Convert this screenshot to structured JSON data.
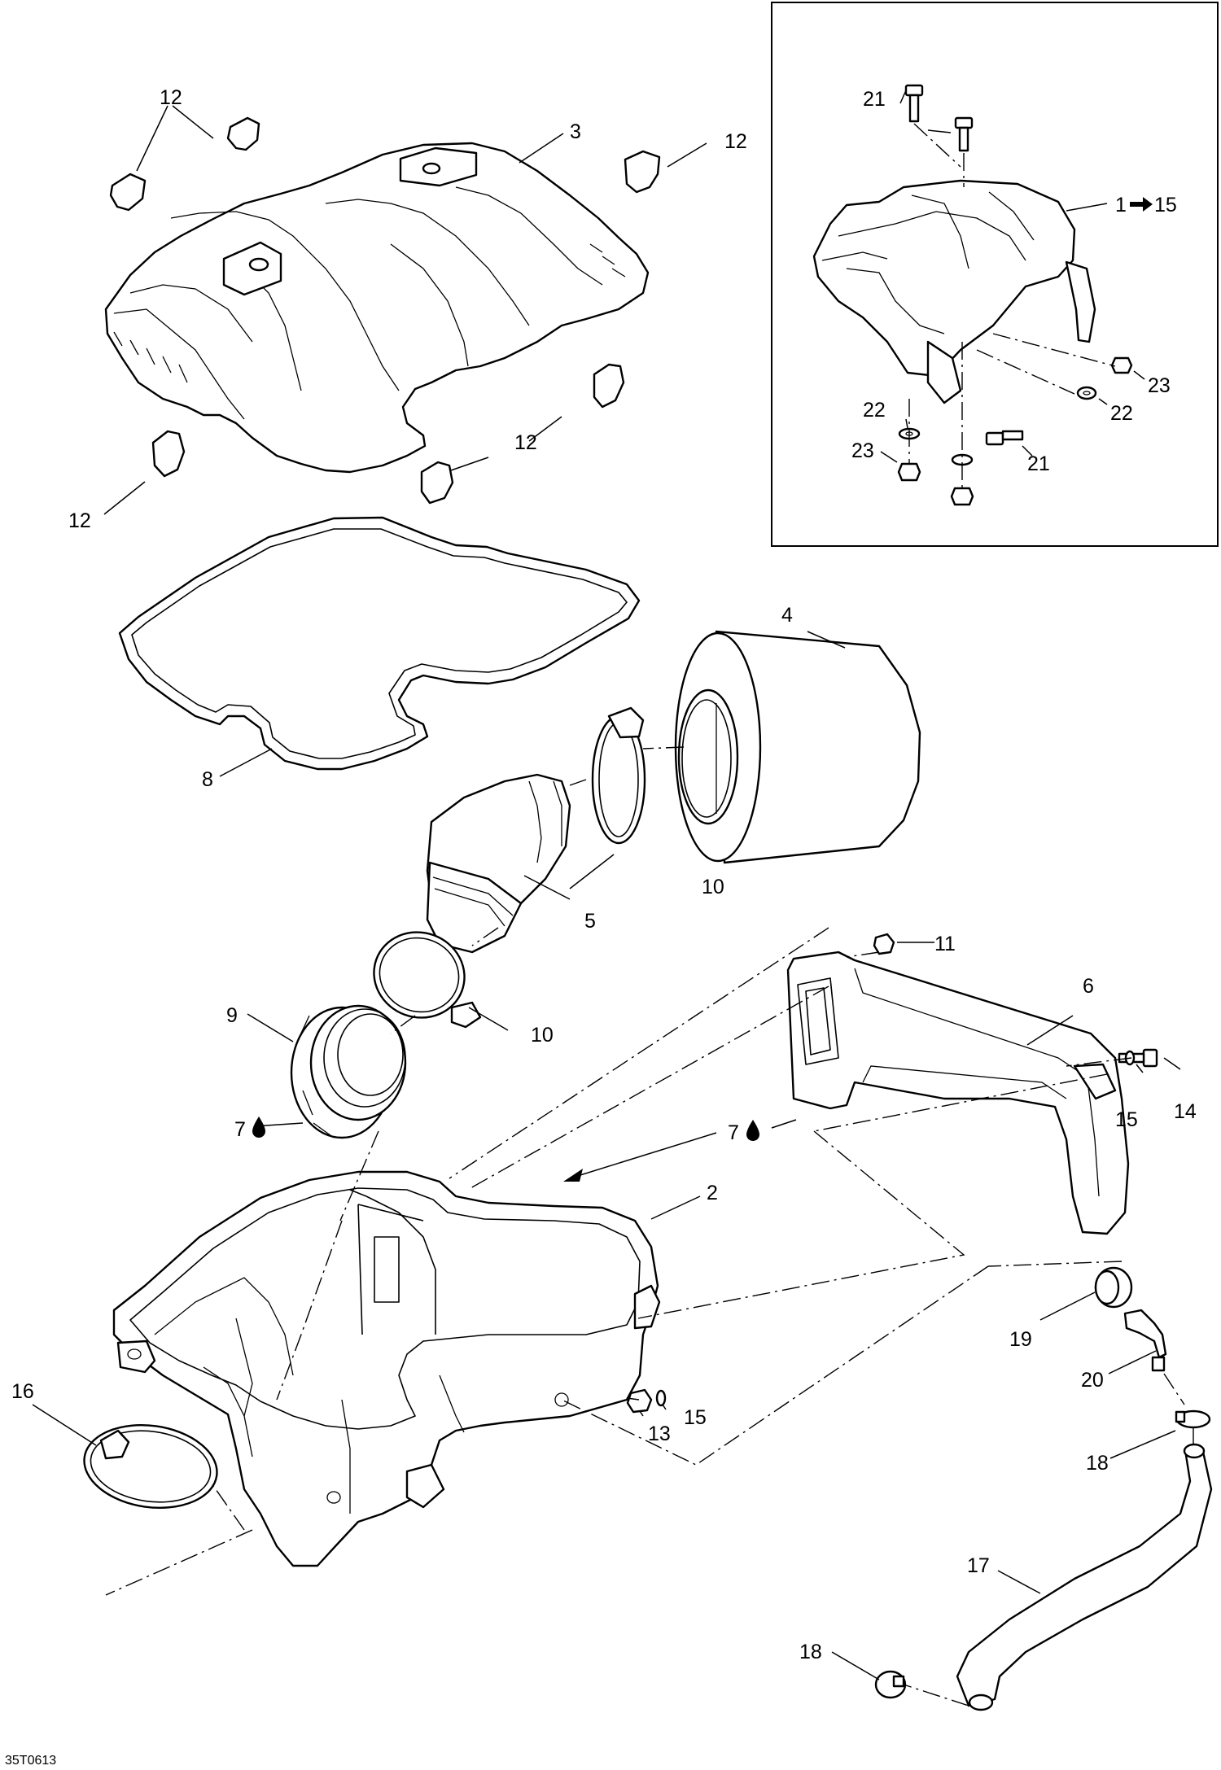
{
  "callouts": {
    "c1": "1",
    "c1_range": "15",
    "c2": "2",
    "c3": "3",
    "c4": "4",
    "c5": "5",
    "c6": "6",
    "c7a": "7",
    "c7b": "7",
    "c8": "8",
    "c9": "9",
    "c10a": "10",
    "c10b": "10",
    "c11": "11",
    "c12a": "12",
    "c12b": "12",
    "c12c": "12",
    "c12d": "12",
    "c13": "13",
    "c14": "14",
    "c15a": "15",
    "c15b": "15",
    "c16": "16",
    "c17": "17",
    "c18a": "18",
    "c18b": "18",
    "c19": "19",
    "c20": "20",
    "c21a": "21",
    "c21b": "21",
    "c22a": "22",
    "c22b": "22",
    "c23a": "23",
    "c23b": "23"
  },
  "drawing_code": "35T0613",
  "icons": {
    "arrow": "right-arrow-icon",
    "lubricant": "oil-drop-icon"
  }
}
